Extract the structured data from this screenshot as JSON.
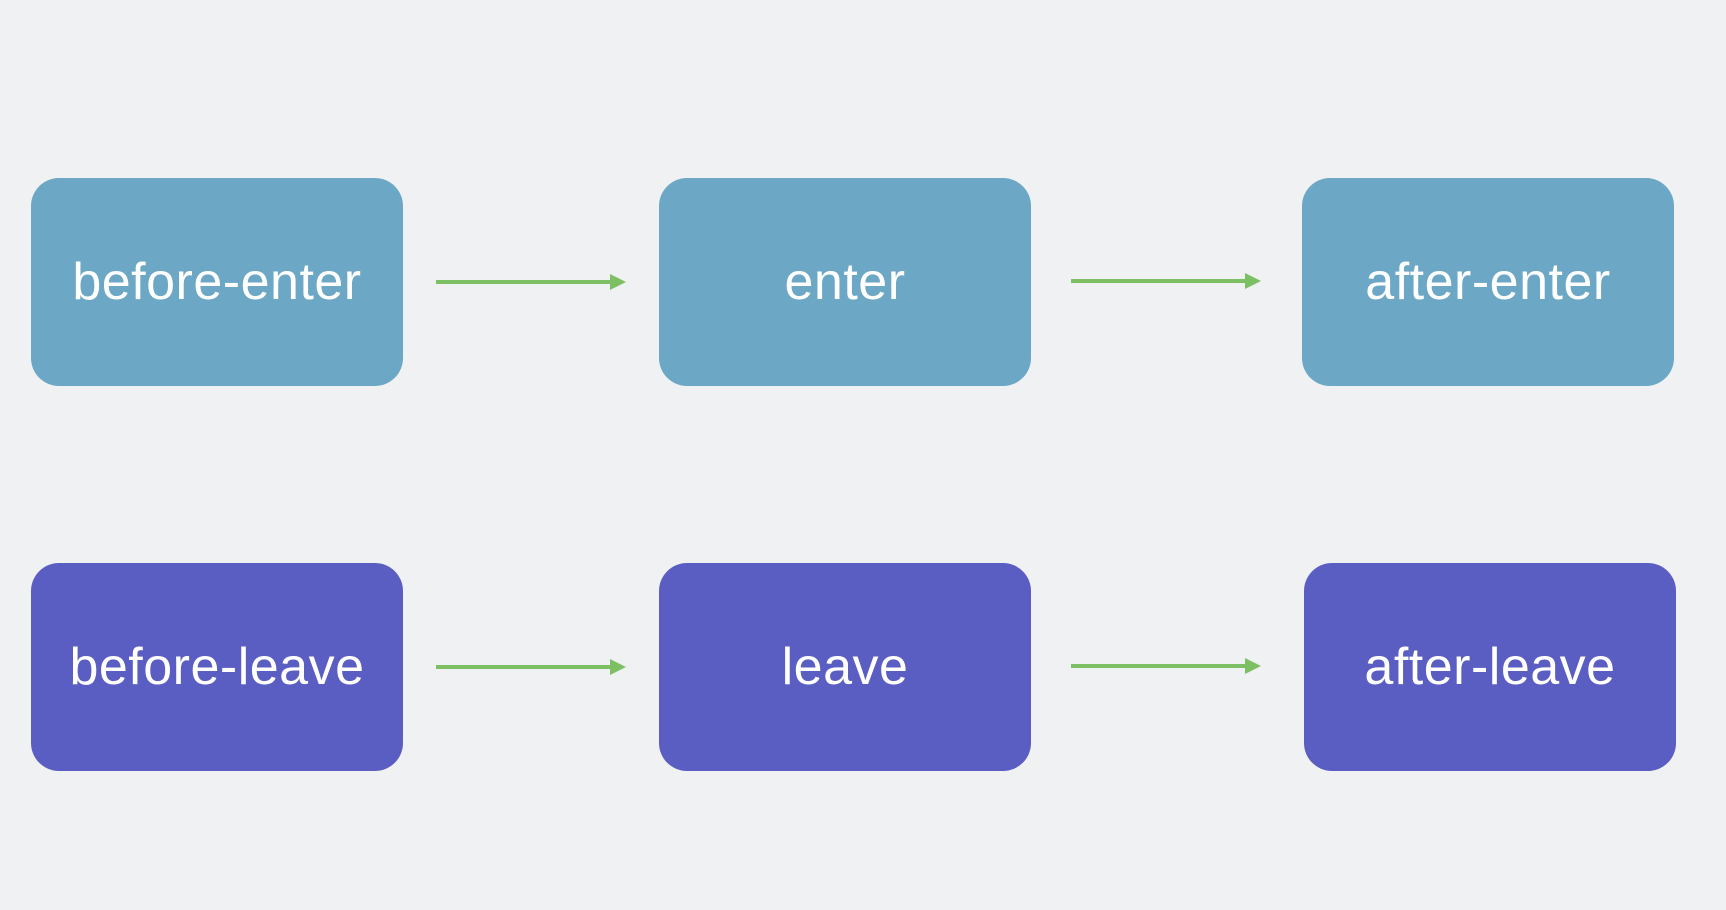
{
  "colors": {
    "background": "#f0f1f3",
    "enter_node": "#6ca8c5",
    "leave_node": "#5a5ec2",
    "node_text": "#ffffff",
    "arrow": "#7dbf63"
  },
  "rows": [
    {
      "nodes": [
        {
          "label": "before-enter"
        },
        {
          "label": "enter"
        },
        {
          "label": "after-enter"
        }
      ]
    },
    {
      "nodes": [
        {
          "label": "before-leave"
        },
        {
          "label": "leave"
        },
        {
          "label": "after-leave"
        }
      ]
    }
  ],
  "edges": [
    {
      "from": "before-enter",
      "to": "enter"
    },
    {
      "from": "enter",
      "to": "after-enter"
    },
    {
      "from": "before-leave",
      "to": "leave"
    },
    {
      "from": "leave",
      "to": "after-leave"
    }
  ]
}
